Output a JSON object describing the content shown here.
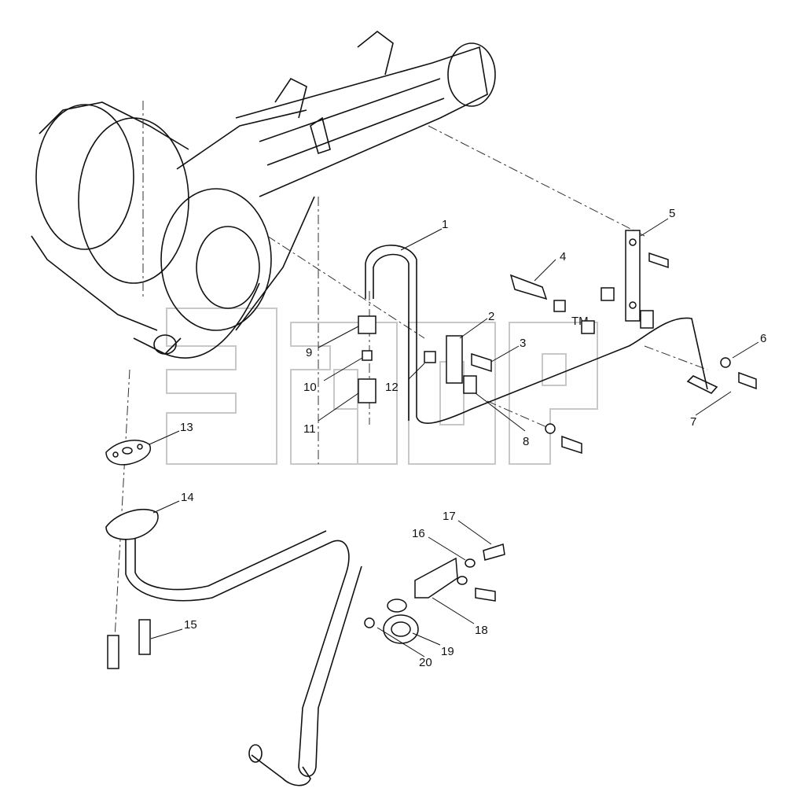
{
  "watermark": {
    "text": "элдр",
    "mark": "TM"
  },
  "callouts": [
    {
      "id": "c1",
      "label": "1"
    },
    {
      "id": "c2",
      "label": "2"
    },
    {
      "id": "c3",
      "label": "3"
    },
    {
      "id": "c4",
      "label": "4"
    },
    {
      "id": "c5",
      "label": "5"
    },
    {
      "id": "c6",
      "label": "6"
    },
    {
      "id": "c7",
      "label": "7"
    },
    {
      "id": "c8",
      "label": "8"
    },
    {
      "id": "c9",
      "label": "9"
    },
    {
      "id": "c10",
      "label": "10"
    },
    {
      "id": "c11",
      "label": "11"
    },
    {
      "id": "c12",
      "label": "12"
    },
    {
      "id": "c13",
      "label": "13"
    },
    {
      "id": "c14",
      "label": "14"
    },
    {
      "id": "c15",
      "label": "15"
    },
    {
      "id": "c16",
      "label": "16"
    },
    {
      "id": "c17",
      "label": "17"
    },
    {
      "id": "c18",
      "label": "18"
    },
    {
      "id": "c19",
      "label": "19"
    },
    {
      "id": "c20",
      "label": "20"
    }
  ]
}
